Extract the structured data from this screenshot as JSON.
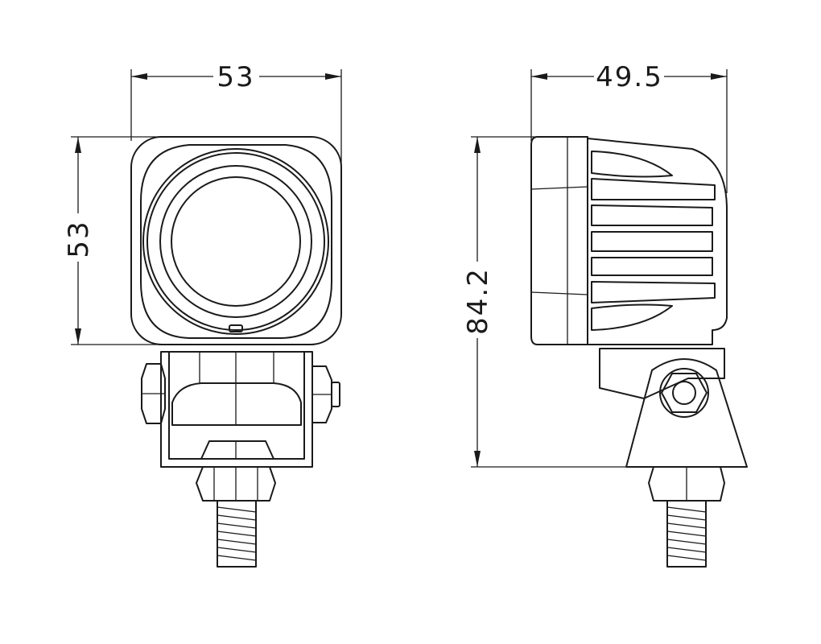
{
  "drawing": {
    "front_view": {
      "width_label": "53",
      "height_label": "53"
    },
    "side_view": {
      "depth_label": "49.5",
      "total_height_label": "84.2"
    }
  }
}
